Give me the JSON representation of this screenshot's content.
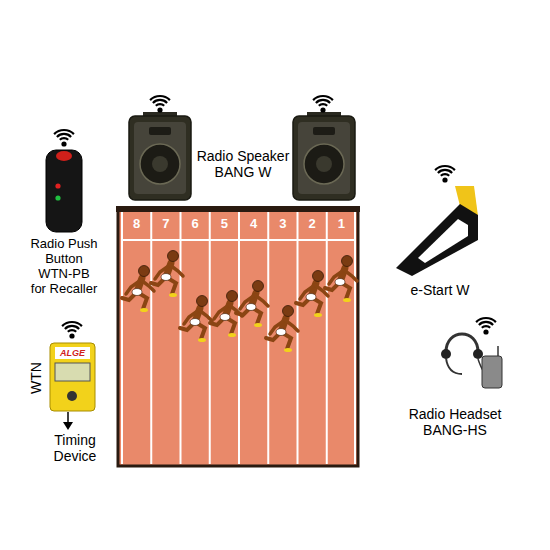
{
  "diagram": {
    "labels": [
      "Radio Speaker BANG W",
      "Radio Push Button WTN-PB for Recaller",
      "ALGE",
      "WTN",
      "Timing Device",
      "e-Start W",
      "Radio Headset BANG-HS",
      "8",
      "7",
      "6",
      "5",
      "4",
      "3",
      "2",
      "1"
    ]
  }
}
